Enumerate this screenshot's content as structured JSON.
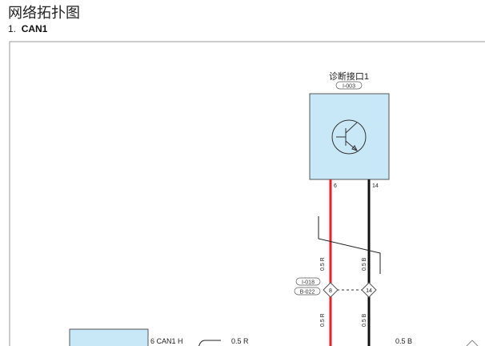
{
  "page": {
    "title": "网络拓扑图",
    "section_number": "1.",
    "section_name": "CAN1"
  },
  "diagram": {
    "connector": {
      "name": "诊断接口1",
      "code": "I-003",
      "icon": "transistor-icon",
      "pins": [
        "6",
        "14"
      ]
    },
    "splice": {
      "codes": [
        "I-018",
        "B-022"
      ],
      "pins": [
        "8",
        "14"
      ]
    },
    "wires": {
      "red_label": "0.5 R",
      "black_label": "0.5 B",
      "red_color": "#e8202a",
      "black_color": "#111111"
    },
    "bottom": {
      "pin_label": "6 CAN1 H",
      "red_label": "0.5 R",
      "black_label": "0.5 B"
    },
    "module_fill": "#c8e8f8"
  }
}
